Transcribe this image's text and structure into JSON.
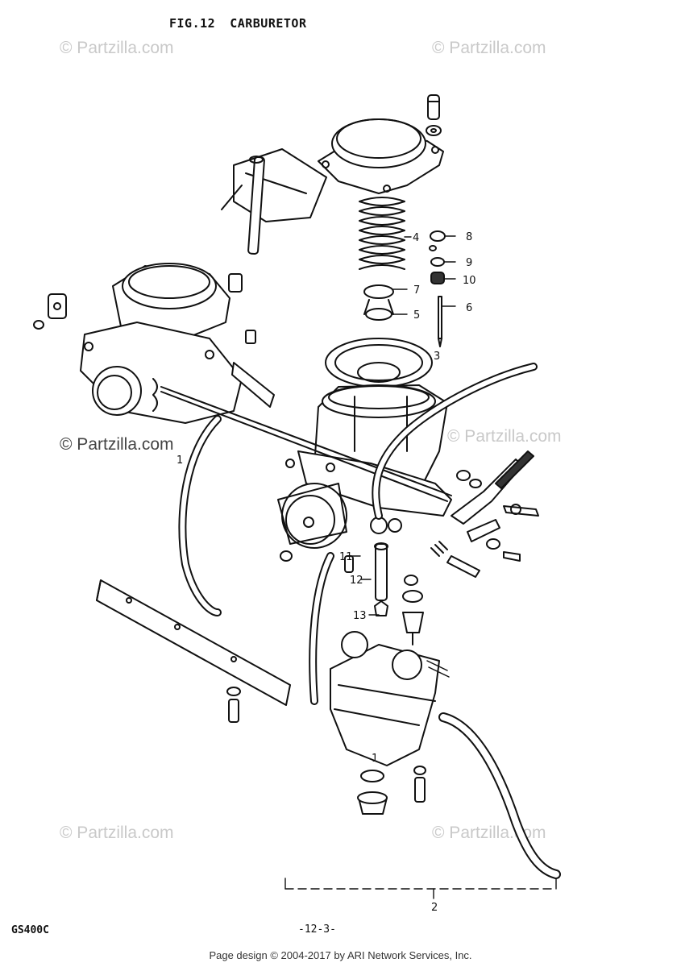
{
  "figure": {
    "number": "FIG.12",
    "title": "CARBURETOR"
  },
  "watermark": {
    "text": "© Partzilla.com",
    "color_light": "#c9c9c9",
    "color_dark": "#444444"
  },
  "callouts": [
    "1",
    "2",
    "3",
    "4",
    "5",
    "6",
    "7",
    "8",
    "9",
    "10",
    "11",
    "12",
    "13"
  ],
  "footer": {
    "model": "GS400C",
    "page": "-12-3-",
    "credit": "Page design © 2004-2017 by ARI Network Services, Inc."
  }
}
